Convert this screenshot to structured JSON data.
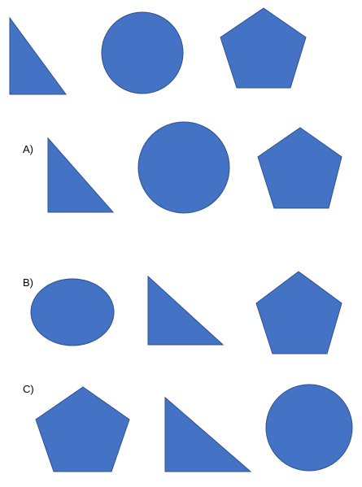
{
  "colors": {
    "shape_fill": "#4472C4",
    "shape_stroke": "#2F528F",
    "background": "#FFFFFF"
  },
  "prompt_row": {
    "shapes": [
      "triangle",
      "circle",
      "pentagon"
    ]
  },
  "options": [
    {
      "label": "A)",
      "shapes": [
        "triangle",
        "circle",
        "pentagon"
      ]
    },
    {
      "label": "B)",
      "shapes": [
        "ellipse",
        "triangle",
        "pentagon"
      ]
    },
    {
      "label": "C)",
      "shapes": [
        "pentagon",
        "triangle",
        "circle"
      ]
    }
  ]
}
